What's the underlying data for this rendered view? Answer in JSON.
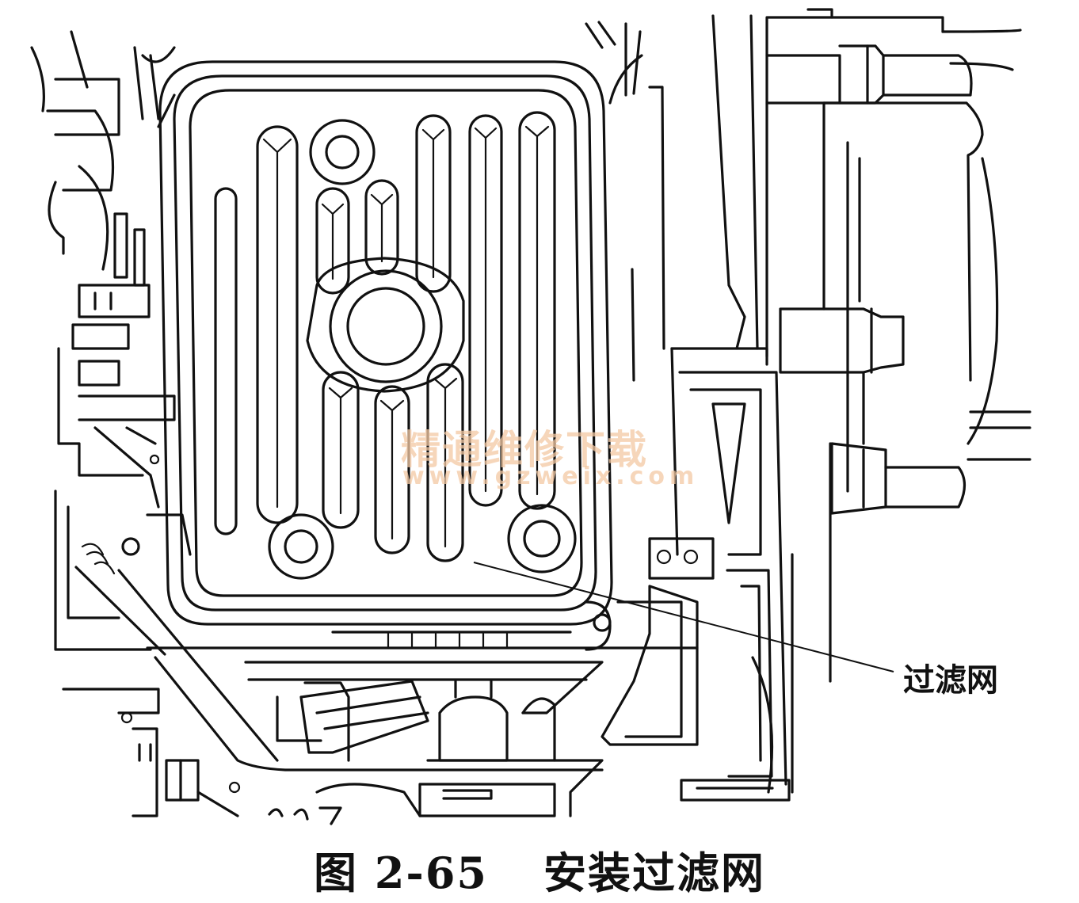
{
  "diagram": {
    "callout_label": "过滤网",
    "caption": {
      "figure_number": "图 2-65",
      "title": "安装过滤网"
    },
    "watermark": {
      "site_name": "精通维修下载",
      "url": "www.gzweix.com"
    }
  }
}
